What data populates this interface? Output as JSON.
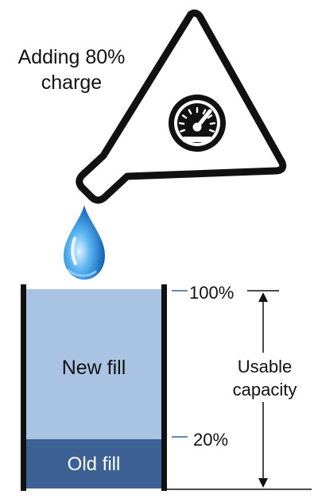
{
  "caption": {
    "line1": "Adding 80%",
    "line2": "charge"
  },
  "tank": {
    "new_fill_label": "New fill",
    "old_fill_label": "Old fill",
    "new_fill_color": "#a9c3e3",
    "old_fill_color": "#3d6194",
    "wall_color": "#111111",
    "old_fill_fraction": 0.2
  },
  "markers": {
    "top_label": "100%",
    "bottom_label": "20%",
    "tick_color": "#3d6194"
  },
  "capacity": {
    "line1": "Usable",
    "line2": "capacity"
  },
  "icons": {
    "flask": "flask-icon",
    "gauge": "gauge-icon",
    "drop": "water-drop-icon"
  }
}
